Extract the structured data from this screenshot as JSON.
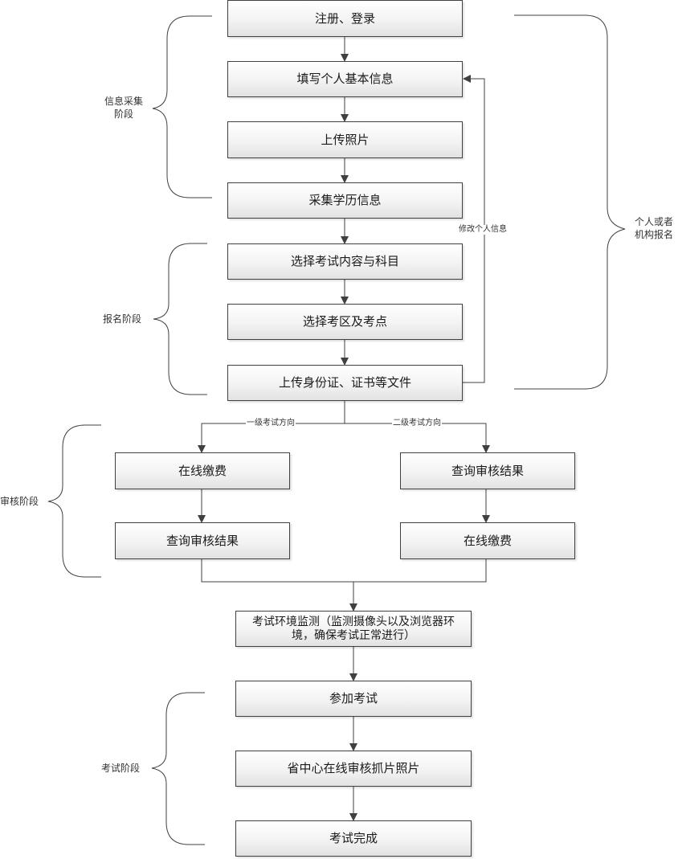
{
  "diagram": {
    "steps": {
      "register": "注册、登录",
      "fill_info": "填写个人基本信息",
      "upload_photo": "上传照片",
      "collect_education": "采集学历信息",
      "select_subject": "选择考试内容与科目",
      "select_site": "选择考区及考点",
      "upload_docs": "上传身份证、证书等文件",
      "left_pay": "在线缴费",
      "left_query": "查询审核结果",
      "right_query": "查询审核结果",
      "right_pay": "在线缴费",
      "env_check": "考试环境监测（监测摄像头以及浏览器环境，确保考试正常进行）",
      "take_exam": "参加考试",
      "review_photos": "省中心在线审核抓片照片",
      "exam_done": "考试完成"
    },
    "edge_labels": {
      "modify_info": "修改个人信息",
      "level1": "一级考试方向",
      "level2": "二级考试方向"
    },
    "stages": {
      "info_collection": "信息采集阶段",
      "registration": "报名阶段",
      "review": "审核阶段",
      "exam": "考试阶段",
      "individual_or_org": "个人或者机构报名"
    }
  }
}
